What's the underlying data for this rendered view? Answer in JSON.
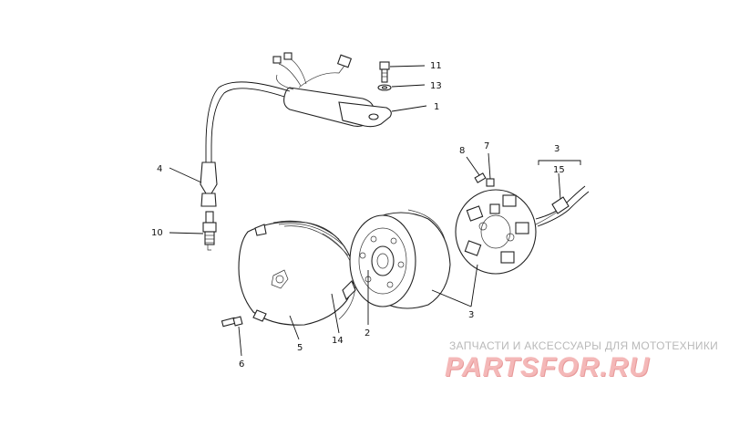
{
  "callouts": {
    "c1": "1",
    "c2": "2",
    "c3a": "3",
    "c3b": "3",
    "c4": "4",
    "c5": "5",
    "c6": "6",
    "c7": "7",
    "c8": "8",
    "c10": "10",
    "c11": "11",
    "c13": "13",
    "c14": "14",
    "c15": "15"
  },
  "watermark": {
    "tagline": "ЗАПЧАСТИ И АКСЕССУАРЫ ДЛЯ МОТОТЕХНИКИ",
    "brand": "PARTSFOR.RU",
    "color_main": "#f4b8b8",
    "color_tagline": "#b9b9b9"
  }
}
